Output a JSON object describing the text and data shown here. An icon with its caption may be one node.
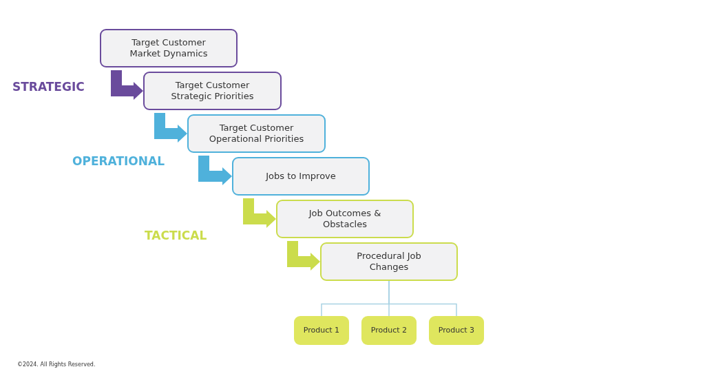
{
  "diagram": {
    "nodes": [
      {
        "text": [
          "Target Customer Market Dynamics"
        ]
      },
      {
        "text": [
          "Target Customer Strategic Priorities"
        ]
      },
      {
        "text": [
          "Target Customer Operational Priorities"
        ]
      },
      {
        "text": [
          "Jobs to Improve"
        ]
      },
      {
        "text": [
          "Job Outcomes & Obstacles"
        ]
      },
      {
        "text": [
          "Procedural Job Changes"
        ]
      },
      {
        "text": [
          "Product 1"
        ]
      },
      {
        "text": [
          "Product 2"
        ]
      },
      {
        "text": [
          "Product 3"
        ]
      }
    ],
    "edges": [
      {
        "from": 0,
        "to": 1,
        "arrow": "to",
        "color": "#6a4b9c"
      },
      {
        "from": 1,
        "to": 2,
        "arrow": "to",
        "color": "#4fb1db"
      },
      {
        "from": 2,
        "to": 3,
        "arrow": "to",
        "color": "#4fb1db"
      },
      {
        "from": 3,
        "to": 4,
        "arrow": "to",
        "color": "#cbdc4c"
      },
      {
        "from": 4,
        "to": 5,
        "arrow": "to",
        "color": "#cbdc4c"
      },
      {
        "from": 5,
        "to": 6,
        "arrow": "none",
        "color": "#a9d2e3"
      },
      {
        "from": 5,
        "to": 7,
        "arrow": "none",
        "color": "#a9d2e3"
      },
      {
        "from": 5,
        "to": 8,
        "arrow": "none",
        "color": "#a9d2e3"
      }
    ],
    "labels": [
      "STRATEGIC",
      "OPERATIONAL",
      "TACTICAL",
      "©2024. All Rights Reserved."
    ]
  }
}
